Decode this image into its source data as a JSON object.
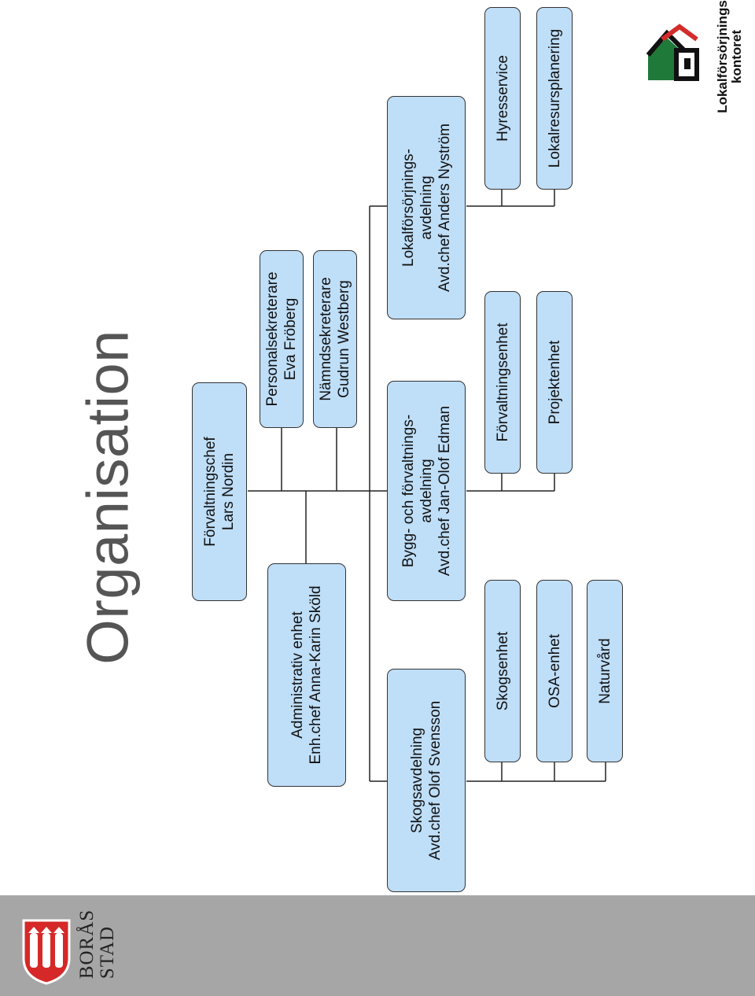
{
  "title": "Organisation",
  "colors": {
    "box_fill": "#bfdef8",
    "footer": "#a6a6a6",
    "title": "#555555"
  },
  "boxes": {
    "forvaltningschef": [
      "Förvaltningschef",
      "Lars Nordin"
    ],
    "personalsekreterare": [
      "Personalsekreterare",
      "Eva Fröberg"
    ],
    "namndsekreterare": [
      "Nämndsekreterare",
      "Gudrun Westberg"
    ],
    "administrativ": [
      "Administrativ enhet",
      "Enh.chef Anna-Karin Sköld"
    ],
    "lokalforsorjning": [
      "Lokalförsörjnings-",
      "avdelning",
      "Avd.chef Anders Nyström"
    ],
    "bygg": [
      "Bygg- och förvaltnings-",
      "avdelning",
      "Avd.chef Jan-Olof Edman"
    ],
    "skogsavdelning": [
      "Skogsavdelning",
      "Avd.chef Olof Svensson"
    ],
    "hyresservice": "Hyresservice",
    "lokalresursplanering": "Lokalresursplanering",
    "forvaltningsenhet": "Förvaltningsenhet",
    "projektenhet": "Projektenhet",
    "skogsenhet": "Skogsenhet",
    "osa": "OSA-enhet",
    "naturvard": "Naturvård"
  },
  "logos": {
    "boras_stad": [
      "BORÅS",
      "STAD"
    ],
    "lokalforsorjningskontoret": [
      "Lokalförsörjnings",
      "kontoret"
    ]
  }
}
